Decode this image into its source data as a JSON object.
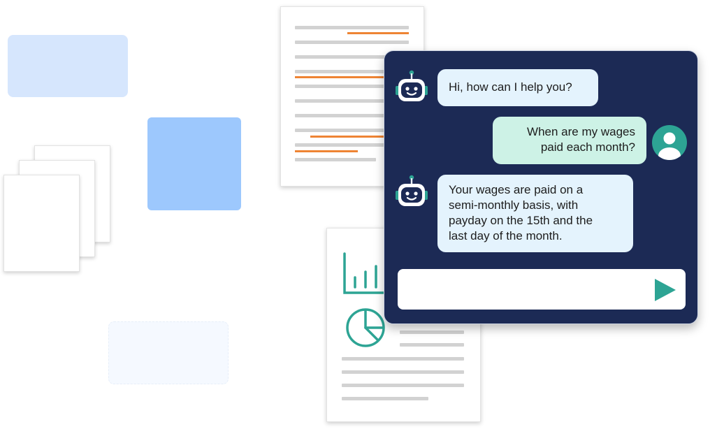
{
  "colors": {
    "chat_background": "#1c2a55",
    "bot_bubble": "#e4f3fd",
    "user_bubble": "#cdf2e6",
    "accent_teal": "#2da494",
    "highlight_orange": "#ee8434",
    "card_light_blue": "#d6e6fd",
    "card_mid_blue": "#9dc8fd"
  },
  "icons": {
    "bot_avatar": "robot-icon",
    "user_avatar": "user-icon",
    "send": "send-icon",
    "bar_chart": "bar-chart-icon",
    "pie_chart": "pie-chart-icon"
  },
  "chat": {
    "messages": [
      {
        "sender": "bot",
        "lines": [
          "Hi, how can I help you?"
        ]
      },
      {
        "sender": "user",
        "lines": [
          "When are my wages",
          "paid each month?"
        ]
      },
      {
        "sender": "bot",
        "lines": [
          "Your wages are paid on a",
          "semi-monthly basis, with",
          "payday on the 15th and the",
          "last day of the month."
        ]
      }
    ],
    "input": {
      "value": "",
      "placeholder": ""
    }
  }
}
